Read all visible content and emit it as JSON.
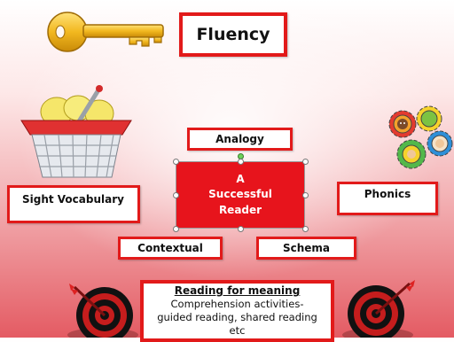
{
  "diagram": {
    "title": "Fluency",
    "center": [
      "A",
      "Successful",
      "Reader"
    ],
    "nodes": {
      "analogy": "Analogy",
      "sight_vocabulary": "Sight Vocabulary",
      "phonics": "Phonics",
      "contextual": "Contextual",
      "schema": "Schema"
    },
    "reading": {
      "heading": "Reading for meaning",
      "line1": "Comprehension activities-",
      "line2": "guided reading, shared reading",
      "line3": "etc"
    }
  },
  "icons": [
    "key-icon",
    "basket-icon",
    "gears-icon",
    "target-icon"
  ],
  "colors": {
    "accent": "#e21a1a",
    "key": "#f2c12e"
  }
}
